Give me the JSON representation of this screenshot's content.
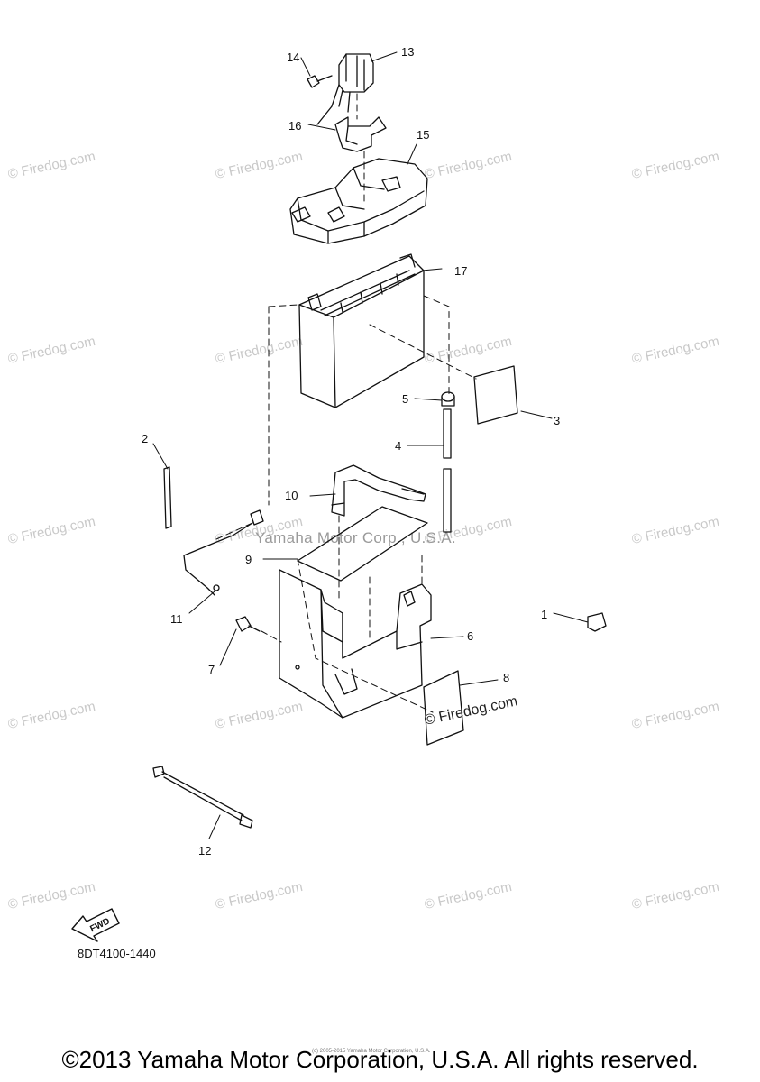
{
  "watermark": {
    "text": "© Firedog.com",
    "center_text": "Yamaha Motor Corp., U.S.A."
  },
  "callouts": {
    "c1": "1",
    "c2": "2",
    "c3": "3",
    "c4": "4",
    "c5": "5",
    "c6": "6",
    "c7": "7",
    "c8": "8",
    "c9": "9",
    "c10": "10",
    "c11": "11",
    "c12": "12",
    "c13": "13",
    "c14": "14",
    "c15": "15",
    "c16": "16",
    "c17": "17"
  },
  "fwd_label": "FWD",
  "part_code": "8DT4100-1440",
  "tiny_credit": "(c) 2005-2015 Yamaha Motor Corporation, U.S.A.",
  "footer": "©2013 Yamaha Motor Corporation, U.S.A. All rights reserved.",
  "colors": {
    "ink": "#111111",
    "watermark": "#c9c9c9"
  }
}
